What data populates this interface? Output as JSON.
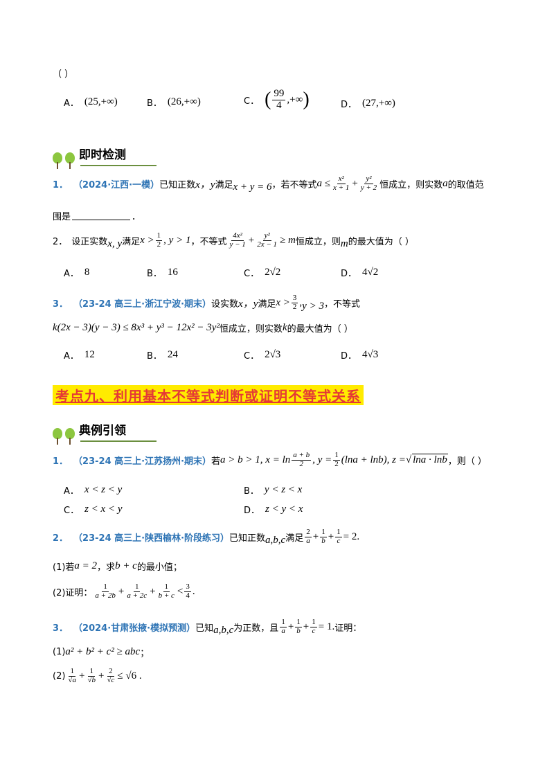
{
  "top": {
    "paren": "（    ）",
    "options": [
      {
        "label": "A．",
        "value": "(25,+∞)"
      },
      {
        "label": "B．",
        "value": "(26,+∞)"
      },
      {
        "label": "C．",
        "num": "99",
        "den": "4",
        "tail": ",+∞"
      },
      {
        "label": "D．",
        "value": "(27,+∞)"
      }
    ]
  },
  "banner1": {
    "title": "即时检测"
  },
  "q1": {
    "num": "1．",
    "src": "（2024·江西·一模）",
    "t1": "已知正数",
    "t2": "满足",
    "t3": "，若不等式",
    "t4": "恒成立，则实数",
    "t5": "的取值范",
    "line2": "围是",
    "line2_end": "．",
    "vars": "x，y",
    "cond": "x + y = 6",
    "a": "a"
  },
  "q2": {
    "num": "2．",
    "t1": "设正实数",
    "t2": "满足",
    "t3": "，不等式",
    "t4": "恒成立，则",
    "t5": "的最大值为（    ）",
    "vars": "x, y",
    "m": "m",
    "options": [
      {
        "label": "A．",
        "value": "8"
      },
      {
        "label": "B．",
        "value": "16"
      },
      {
        "label": "C．",
        "value": "2√2"
      },
      {
        "label": "D．",
        "value": "4√2"
      }
    ]
  },
  "q3": {
    "num": "3．",
    "src": "（23-24 高三上·浙江宁波·期末）",
    "t1": "设实数",
    "t2": "满足",
    "t3": "，不等式",
    "line2_end": "恒成立，则实数",
    "k": "k",
    "line2_tail": "的最大值为（    ）",
    "vars": "x，y",
    "options": [
      {
        "label": "A．",
        "value": "12"
      },
      {
        "label": "B．",
        "value": "24"
      },
      {
        "label": "C．",
        "value": "2√3"
      },
      {
        "label": "D．",
        "value": "4√3"
      }
    ]
  },
  "section": {
    "title": "考点九、利用基本不等式判断或证明不等式关系"
  },
  "banner2": {
    "title": "典例引领"
  },
  "p1": {
    "num": "1．",
    "src": "（23-24 高三上·江苏扬州·期末）",
    "t1": "若",
    "t2": "，则（    ）",
    "options": [
      {
        "label": "A．",
        "value": "x < z < y"
      },
      {
        "label": "B．",
        "value": "y < z < x"
      },
      {
        "label": "C．",
        "value": "z < x < y"
      },
      {
        "label": "D．",
        "value": "z < y < x"
      }
    ]
  },
  "p2": {
    "num": "2．",
    "src": "（23-24 高三上·陕西榆林·阶段练习）",
    "t1": "已知正数",
    "vars": "a,b,c",
    "t2": "满足",
    "sub1": "(1)若",
    "sub1_a": "a = 2",
    "sub1_t": "，求",
    "sub1_e": "b + c",
    "sub1_t2": "的最小值；",
    "sub2": "(2)证明："
  },
  "p3": {
    "num": "3．",
    "src": "（2024·甘肃张掖·模拟预测）",
    "t1": "已知",
    "vars": "a,b,c",
    "t2": "为正数，且",
    "t3": "证明：",
    "sub1": "(1)",
    "sub1_e": "a² + b² + c² ≥ abc",
    "sub1_end": "；",
    "sub2": "(2)"
  }
}
